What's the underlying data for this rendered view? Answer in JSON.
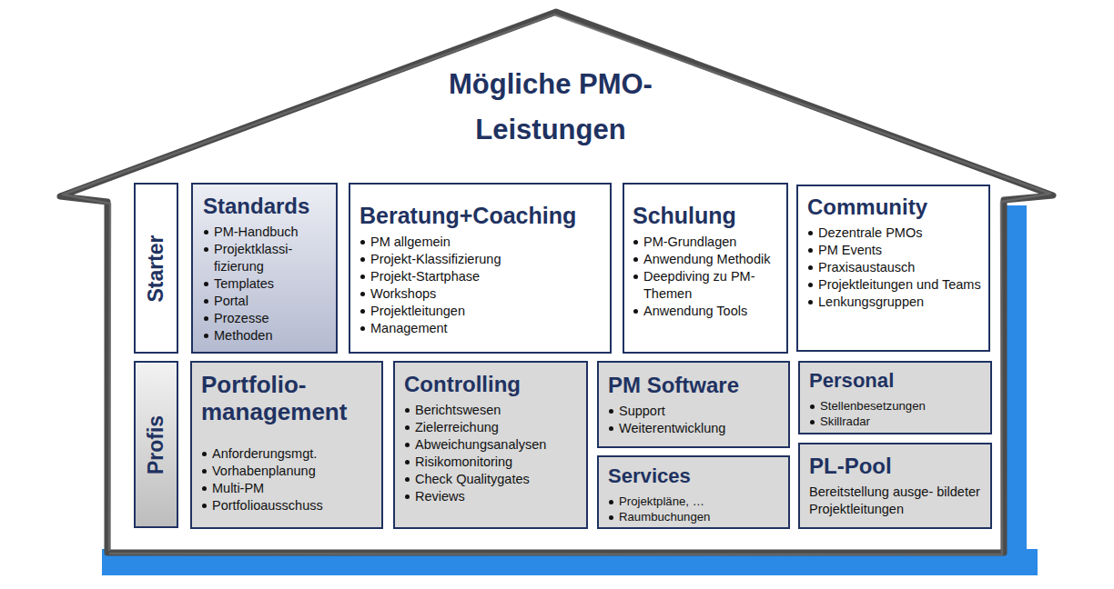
{
  "diagram": {
    "title": "Mögliche PMO-Leistungen",
    "nodes": [
      {
        "text": [
          "Starter"
        ]
      },
      {
        "text": [
          "Standards",
          "PM-Handbuch",
          "Projektklassi- fizierung",
          "Templates",
          "Portal",
          "Prozesse",
          "Methoden"
        ]
      },
      {
        "text": [
          "Beratung+Coaching",
          "PM allgemein",
          "Projekt-Klassifizierung",
          "Projekt-Startphase",
          "Workshops",
          "Projektleitungen",
          "Management"
        ]
      },
      {
        "text": [
          "Schulung",
          "PM-Grundlagen",
          "Anwendung Methodik",
          "Deepdiving zu PM- Themen",
          "Anwendung Tools"
        ]
      },
      {
        "text": [
          "Community",
          "Dezentrale PMOs",
          "PM Events",
          "Praxisaustausch",
          "Projektleitungen und Teams",
          "Lenkungsgruppen"
        ]
      },
      {
        "text": [
          "Profis"
        ]
      },
      {
        "text": [
          "Portfolio- management",
          "Anforderungsmgt.",
          "Vorhabenplanung",
          "Multi-PM",
          "Portfolioausschuss"
        ]
      },
      {
        "text": [
          "Controlling",
          "Berichtswesen",
          "Zielerreichung",
          "Abweichungsanalysen",
          "Risikomonitoring",
          "Check Qualitygates",
          "Reviews"
        ]
      },
      {
        "text": [
          "PM Software",
          "Support",
          "Weiterentwicklung"
        ]
      },
      {
        "text": [
          "Services",
          "Projektpläne, …",
          "Raumbuchungen"
        ]
      },
      {
        "text": [
          "Personal",
          "Stellenbesetzungen",
          "Skillradar"
        ]
      },
      {
        "text": [
          "PL-Pool",
          "Bereitstellung ausge- bildeter Projektleitungen"
        ]
      }
    ]
  }
}
